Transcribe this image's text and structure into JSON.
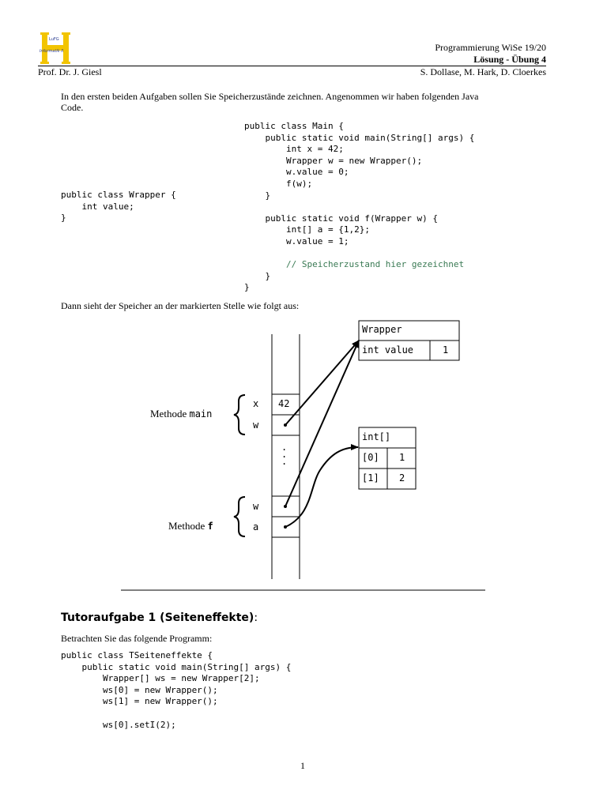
{
  "header": {
    "logo_text_top": "LuFG",
    "logo_text_bottom": "Informatik II",
    "course": "Programmierung WiSe 19/20",
    "sheet": "Lösung - Übung 4",
    "professor": "Prof. Dr. J. Giesl",
    "assistants": "S. Dollase, M. Hark, D. Cloerkes"
  },
  "intro": {
    "text_line1": "In den ersten beiden Aufgaben sollen Sie Speicherzustände zeichnen. Angenommen wir haben folgenden Java",
    "text_line2": "Code."
  },
  "code": {
    "main_class": [
      "public class Main {",
      "    public static void main(String[] args) {",
      "        int x = 42;",
      "        Wrapper w = new Wrapper();",
      "        w.value = 0;",
      "        f(w);",
      "    }",
      "",
      "    public static void f(Wrapper w) {",
      "        int[] a = {1,2};",
      "        w.value = 1;",
      "",
      "        // Speicherzustand hier gezeichnet",
      "    }",
      "}"
    ],
    "wrapper_class": [
      "public class Wrapper {",
      "    int value;",
      "}"
    ]
  },
  "after_code_text": "Dann sieht der Speicher an der markierten Stelle wie folgt aus:",
  "diagram": {
    "method_main_prefix": "Methode ",
    "method_main_name": "main",
    "method_f_prefix": "Methode ",
    "method_f_name": "f",
    "stack_x_label": "x",
    "stack_x_value": "42",
    "stack_w_main_label": "w",
    "stack_dots": ". . .",
    "stack_w_f_label": "w",
    "stack_a_label": "a",
    "wrapper_title": "Wrapper",
    "wrapper_field": "int value",
    "wrapper_value": "1",
    "array_title": "int[]",
    "array_index0": "[0]",
    "array_value0": "1",
    "array_index1": "[1]",
    "array_value1": "2"
  },
  "task": {
    "title": "Tutoraufgabe 1 (Seiteneffekte)",
    "title_suffix": ":",
    "intro": "Betrachten Sie das folgende Programm:",
    "code": [
      "public class TSeiteneffekte {",
      "    public static void main(String[] args) {",
      "        Wrapper[] ws = new Wrapper[2];",
      "        ws[0] = new Wrapper();",
      "        ws[1] = new Wrapper();",
      "",
      "        ws[0].setI(2);"
    ]
  },
  "footer": {
    "page_number": "1"
  }
}
